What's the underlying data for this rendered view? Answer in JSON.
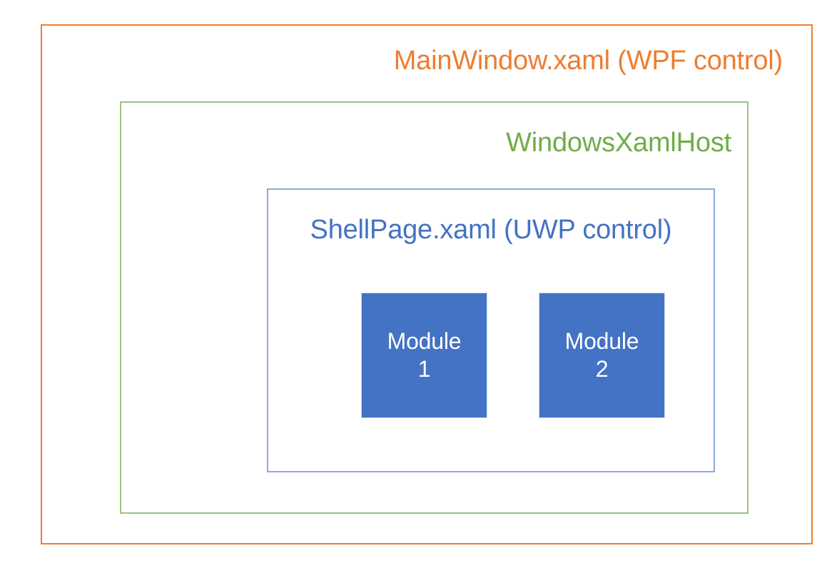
{
  "diagram": {
    "title": "MainWindow.xaml (WPF control)",
    "type": "nested-containers",
    "colors": {
      "outer_border": "#ED7D31",
      "outer_label": "#ED7D31",
      "middle_border": "#9CC381",
      "middle_label": "#70AD47",
      "inner_border": "#8FAADC",
      "inner_label": "#4472C4",
      "module_fill": "#4472C4",
      "module_text": "#FFFFFF",
      "background": "#FFFFFF"
    },
    "outer": {
      "label": "MainWindow.xaml (WPF control)"
    },
    "middle": {
      "label": "WindowsXamlHost"
    },
    "inner": {
      "label": "ShellPage.xaml (UWP control)",
      "modules": [
        {
          "label": "Module\n1",
          "name": "Module 1"
        },
        {
          "label": "Module\n2",
          "name": "Module 2"
        }
      ]
    }
  }
}
